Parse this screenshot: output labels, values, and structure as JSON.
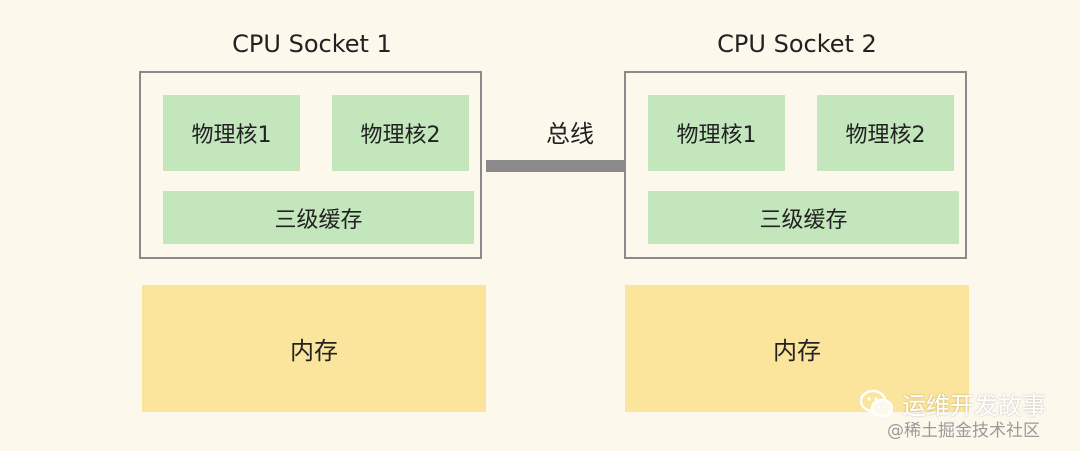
{
  "sockets": [
    {
      "label": "CPU Socket 1",
      "cores": [
        "物理核1",
        "物理核2"
      ],
      "cache": "三级缓存",
      "memory": "内存"
    },
    {
      "label": "CPU Socket 2",
      "cores": [
        "物理核1",
        "物理核2"
      ],
      "cache": "三级缓存",
      "memory": "内存"
    }
  ],
  "bus": {
    "label": "总线"
  },
  "watermark": {
    "account": "运维开发故事",
    "community": "@稀土掘金技术社区",
    "icon": "wechat-icon"
  },
  "colors": {
    "background": "#fdf8ec",
    "core_fill": "#c3e6bc",
    "memory_fill": "#fbe49b",
    "border": "#8a8a8a"
  }
}
